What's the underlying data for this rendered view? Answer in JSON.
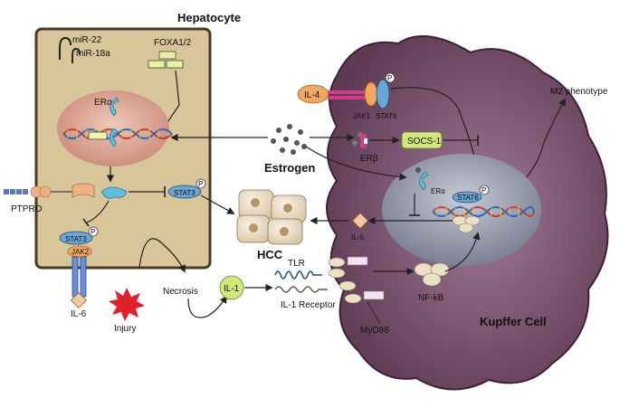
{
  "hepatocyte": {
    "title": "Hepatocyte",
    "mirnas": [
      "miR-22",
      "miR-18a"
    ],
    "foxa": "FOXA1/2",
    "era": "ERα",
    "ptpro": "PTPRO",
    "stat3_top": "STAT3",
    "stat3_bottom": "STAT3",
    "jak2": "JAK2",
    "il6": "IL-6",
    "phospho": "P"
  },
  "kupffer": {
    "title": "Kupffer Cell",
    "il4": "IL-4",
    "jak1": "JAK1",
    "stat6_receptor": "STAT6",
    "stat6_nucleus": "STAT6",
    "phospho": "P",
    "erb": "ERβ",
    "socs1": "SOCS-1",
    "era": "ERα",
    "il6": "IL-6",
    "tlr": "TLR",
    "il1_receptor": "IL-1 Receptor",
    "myd88": "MyD88",
    "nfkb": "NF-kB",
    "m2": "M2 phenotype"
  },
  "extracellular": {
    "estrogen": "Estrogen",
    "hcc": "HCC",
    "necrosis": "Necrosis",
    "il1": "IL-1",
    "injury": "Injury"
  },
  "colors": {
    "hepatocyte_fill": "#d8c59a",
    "hepatocyte_border": "#4a3a24",
    "kupffer_fill": "#7a4f6c",
    "nucleus_hep": "#d6a090",
    "nucleus_kup": "#9a9cac",
    "receptor_cyan": "#5ec0d8",
    "stat_blue": "#6aa6d4",
    "il_orange": "#f0a860",
    "socs_green": "#d2e87a",
    "hcc_cell": "#eaddc6"
  }
}
